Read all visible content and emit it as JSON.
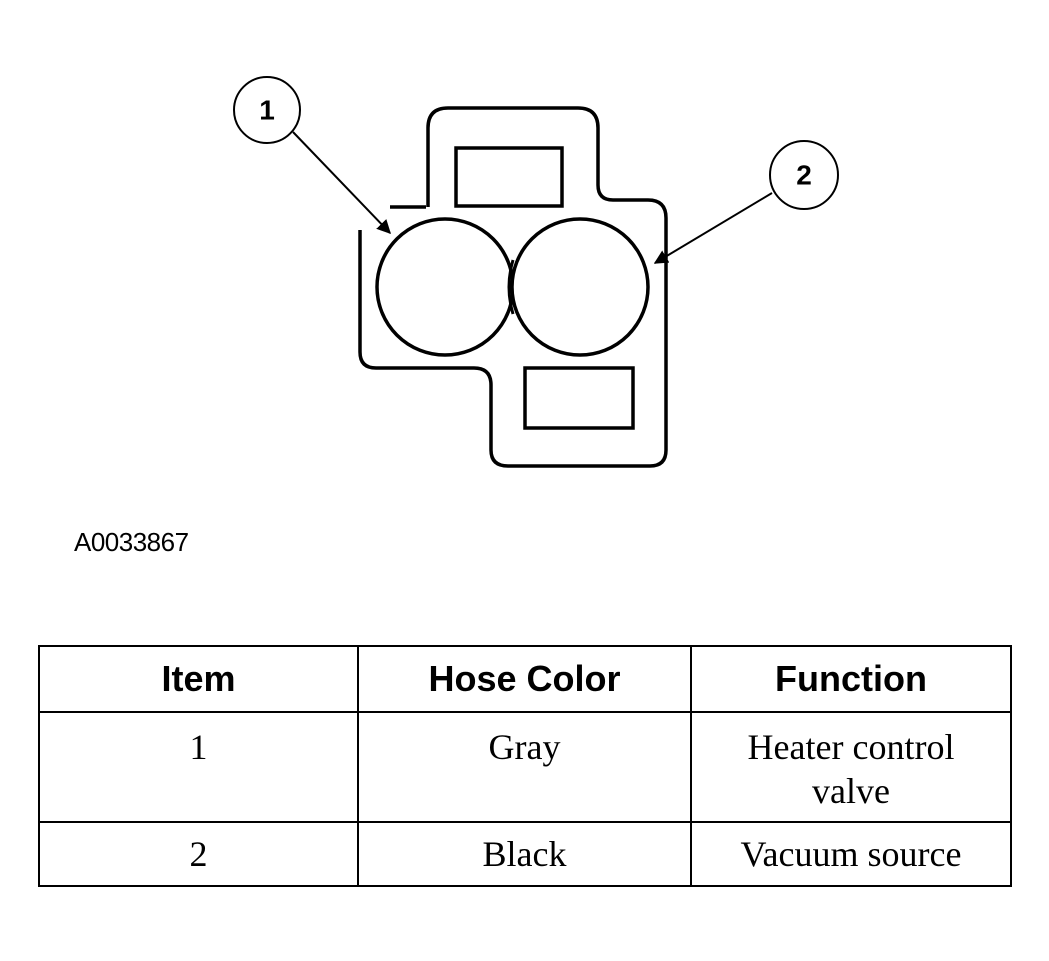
{
  "diagram": {
    "callouts": [
      {
        "number": "1"
      },
      {
        "number": "2"
      }
    ],
    "figure_id": "A0033867"
  },
  "legend_table": {
    "headers": [
      "Item",
      "Hose Color",
      "Function"
    ],
    "rows": [
      {
        "item": "1",
        "hose_color": "Gray",
        "function": "Heater control valve"
      },
      {
        "item": "2",
        "hose_color": "Black",
        "function": "Vacuum source"
      }
    ]
  }
}
